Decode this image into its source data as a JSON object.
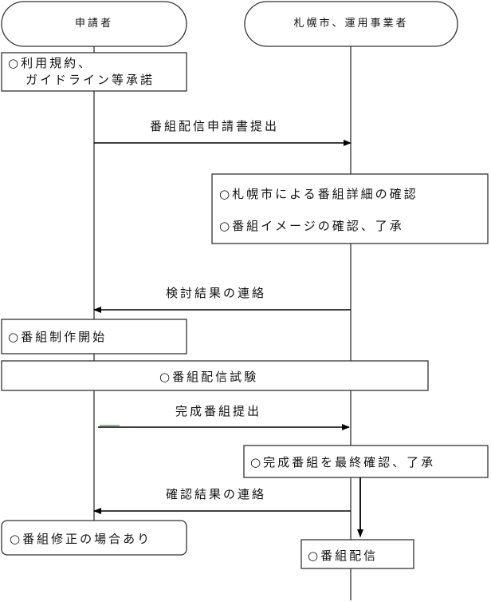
{
  "actors": {
    "applicant": "申請者",
    "operator": "札幌市、運用事業者"
  },
  "steps": {
    "agree_line1": "○利用規約、",
    "agree_line2": "ガイドライン等承諾",
    "submit_application": "番組配信申請書提出",
    "review_detail": "○札幌市による番組詳細の確認",
    "review_image": "○番組イメージの確認、了承",
    "review_result": "検討結果の連絡",
    "start_production": "○番組制作開始",
    "delivery_test": "○番組配信試験",
    "submit_final": "完成番組提出",
    "final_check": "○完成番組を最終確認、了承",
    "check_result": "確認結果の連絡",
    "revision": "○番組修正の場合あり",
    "broadcast": "○番組配信"
  }
}
